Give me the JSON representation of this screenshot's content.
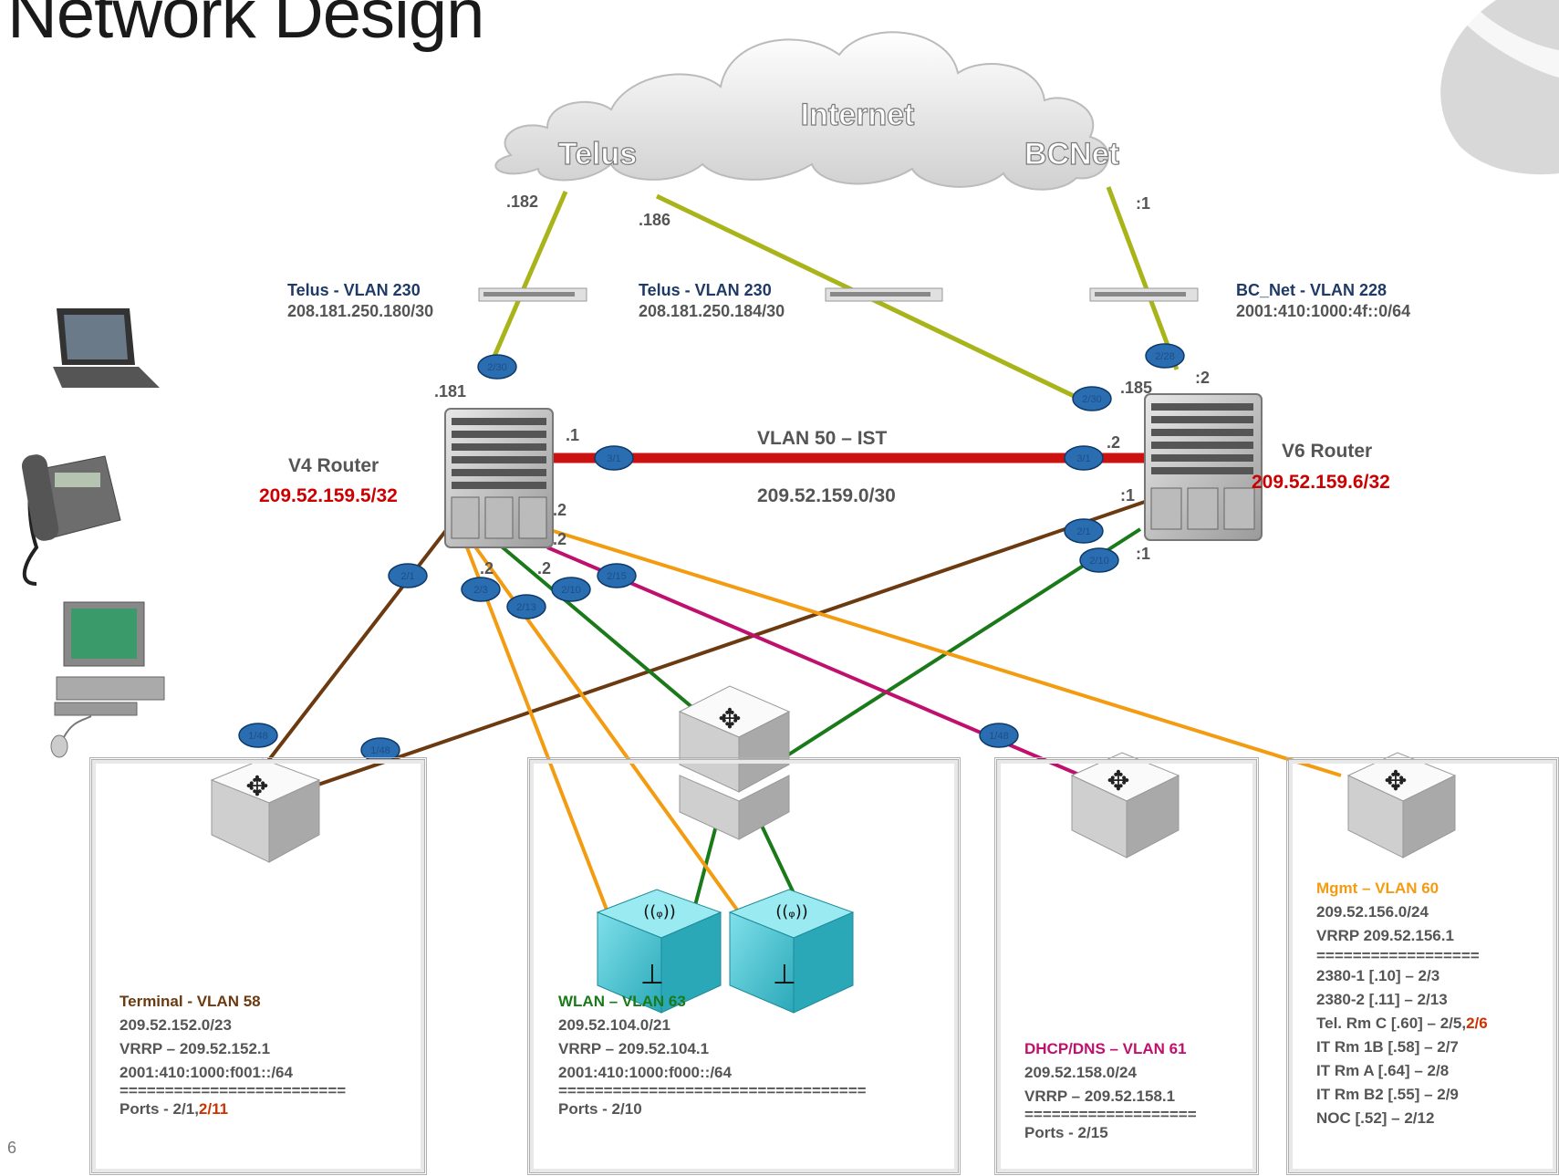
{
  "title": "Network Design",
  "slide_number": "6",
  "cloud": {
    "internet": "Internet",
    "telus": "Telus",
    "bcnet": "BCNet"
  },
  "uplinks": {
    "telus1_ip": ".182",
    "telus2_ip": ".186",
    "bcnet_ip": ":1"
  },
  "wan_links": [
    {
      "name": "Telus -  VLAN 230",
      "subnet": "208.181.250.180/30"
    },
    {
      "name": "Telus -  VLAN 230",
      "subnet": "208.181.250.184/30"
    },
    {
      "name": "BC_Net -  VLAN 228",
      "subnet": "2001:410:1000:4f::0/64"
    }
  ],
  "v4_router": {
    "name": "V4 Router",
    "ip": "209.52.159.5/32",
    "uplink_ip": ".181"
  },
  "v6_router": {
    "name": "V6 Router",
    "ip": "209.52.159.6/32",
    "uplink_ip1": ".185",
    "uplink_ip2": ":2"
  },
  "ist": {
    "name": "VLAN 50 – IST",
    "subnet": "209.52.159.0/30",
    "left_ip": ".1",
    "right_ip": ".2"
  },
  "v4_addr_labels": [
    ".2",
    ".2",
    ".2",
    ".2"
  ],
  "v6_addr_labels": [
    ":1",
    ":1"
  ],
  "ports": {
    "p230": "2/30",
    "p230b": "2/30",
    "p228": "2/28",
    "p31a": "3/1",
    "p31b": "3/1",
    "p21": "2/1",
    "p23": "2/3",
    "p213": "2/13",
    "p210": "2/10",
    "p215": "2/15",
    "p21r": "2/1",
    "p210r": "2/10",
    "p148a": "1/48",
    "p148b": "1/48",
    "p148c": "1/48"
  },
  "vlans": {
    "terminal": {
      "title": "Terminal -  VLAN 58",
      "color": "#6b3a10",
      "lines": [
        "209.52.152.0/23",
        "VRRP – 209.52.152.1",
        "2001:410:1000:f001::/64",
        "========================="
      ],
      "ports_prefix": "Ports - 2/1,",
      "ports_hl": "2/11"
    },
    "wlan": {
      "title": "WLAN – VLAN 63",
      "color": "#1a7a1a",
      "lines": [
        "209.52.104.0/21",
        "VRRP – 209.52.104.1",
        "2001:410:1000:f000::/64",
        "=================================="
      ],
      "ports_prefix": "Ports - 2/10",
      "ports_hl": ""
    },
    "dhcp": {
      "title": "DHCP/DNS – VLAN 61",
      "color": "#c0106e",
      "lines": [
        "209.52.158.0/24",
        "VRRP – 209.52.158.1",
        "==================="
      ],
      "ports_prefix": "Ports - 2/15",
      "ports_hl": ""
    },
    "mgmt": {
      "title": "Mgmt – VLAN 60",
      "color": "#f39c12",
      "lines": [
        "209.52.156.0/24",
        "VRRP 209.52.156.1",
        "==================",
        "2380-1 [.10] – 2/3",
        "2380-2 [.11] – 2/13"
      ],
      "tel_prefix": "Tel. Rm C [.60] – 2/5,",
      "tel_hl": "2/6",
      "tail": [
        "IT  Rm 1B [.58] – 2/7",
        "IT  Rm A [.64] – 2/8",
        "IT Rm B2 [.55] – 2/9",
        "NOC [.52] – 2/12"
      ]
    }
  },
  "colors": {
    "ist_link": "#cc1111",
    "uplink": "#a9b41a",
    "terminal": "#6b3a10",
    "wlan": "#1a7a1a",
    "dhcp": "#c0106e",
    "mgmt": "#f39c12",
    "port_badge": "#2a6db0",
    "highlight": "#cc3300"
  }
}
